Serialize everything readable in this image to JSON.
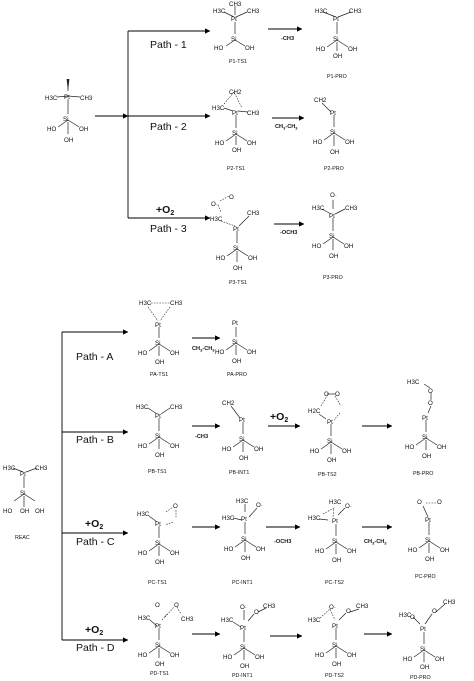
{
  "paths": {
    "p1": "Path - 1",
    "p2": "Path - 2",
    "p3": "Path - 3",
    "pa": "Path - A",
    "pb": "Path - B",
    "pc": "Path - C",
    "pd": "Path - D"
  },
  "o2": {
    "main": "+O",
    "sub": "2"
  },
  "conditions": {
    "ch3": "-CH3",
    "c2h6_main": "CH",
    "c2h6_a": "3",
    "c2h6_dash": "-CH",
    "c2h6_b": "3",
    "och3": "-OCH3"
  },
  "labels": {
    "p1_ts1": "P1-TS1",
    "p1_pro": "P1-PRO",
    "p2_ts1": "P2-TS1",
    "p2_pro": "P2-PRO",
    "p3_ts1": "P3-TS1",
    "p3_pro": "P3-PRO",
    "pa_ts1": "PA-TS1",
    "pa_pro": "PA-PRO",
    "pb_ts1": "PB-TS1",
    "pb_int1": "PB-INT1",
    "pb_ts2": "PB-TS2",
    "pb_pro": "PB-PRO",
    "pc_ts1": "PC-TS1",
    "pc_int1": "PC-INT1",
    "pc_ts2": "PC-TS2",
    "pc_pro": "PC-PRO",
    "pd_ts1": "PD-TS1",
    "pd_int1": "PD-INT1",
    "pd_ts2": "PD-TS2",
    "pd_pro": "PD-PRO",
    "reac": "REAC"
  },
  "atoms": {
    "pt": "Pt",
    "si": "Si",
    "oh": "OH",
    "ho": "HO",
    "h3c": "H3C",
    "ch3": "CH3",
    "o": "O",
    "o_rad": "O·",
    "ch2": "CH2",
    "h2c": "H2C"
  }
}
